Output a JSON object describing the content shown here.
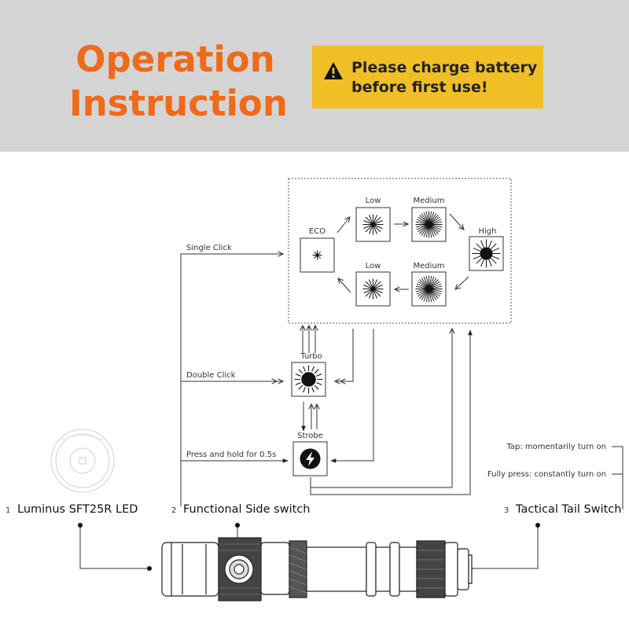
{
  "header": {
    "title_line1": "Operation",
    "title_line2": "Instruction",
    "warning_line1": "Please charge battery",
    "warning_line2": "before first use!"
  },
  "modes": {
    "eco": "ECO",
    "low": "Low",
    "medium": "Medium",
    "high": "High",
    "turbo": "Turbo",
    "strobe": "Strobe"
  },
  "actions": {
    "single_click": "Single Click",
    "double_click": "Double Click",
    "press_hold": "Press and hold for 0.5s"
  },
  "tail_actions": {
    "tap": "Tap: momentarily turn on",
    "full_press": "Fully press: constantly turn on"
  },
  "parts": [
    {
      "num": "1",
      "label": "Luminus SFT25R LED"
    },
    {
      "num": "2",
      "label": "Functional Side switch"
    },
    {
      "num": "3",
      "label": "Tactical Tail Switch"
    }
  ],
  "colors": {
    "title": "#ef6a1a",
    "warning_bg": "#f0bf26",
    "header_bg": "#d4d4d4"
  }
}
